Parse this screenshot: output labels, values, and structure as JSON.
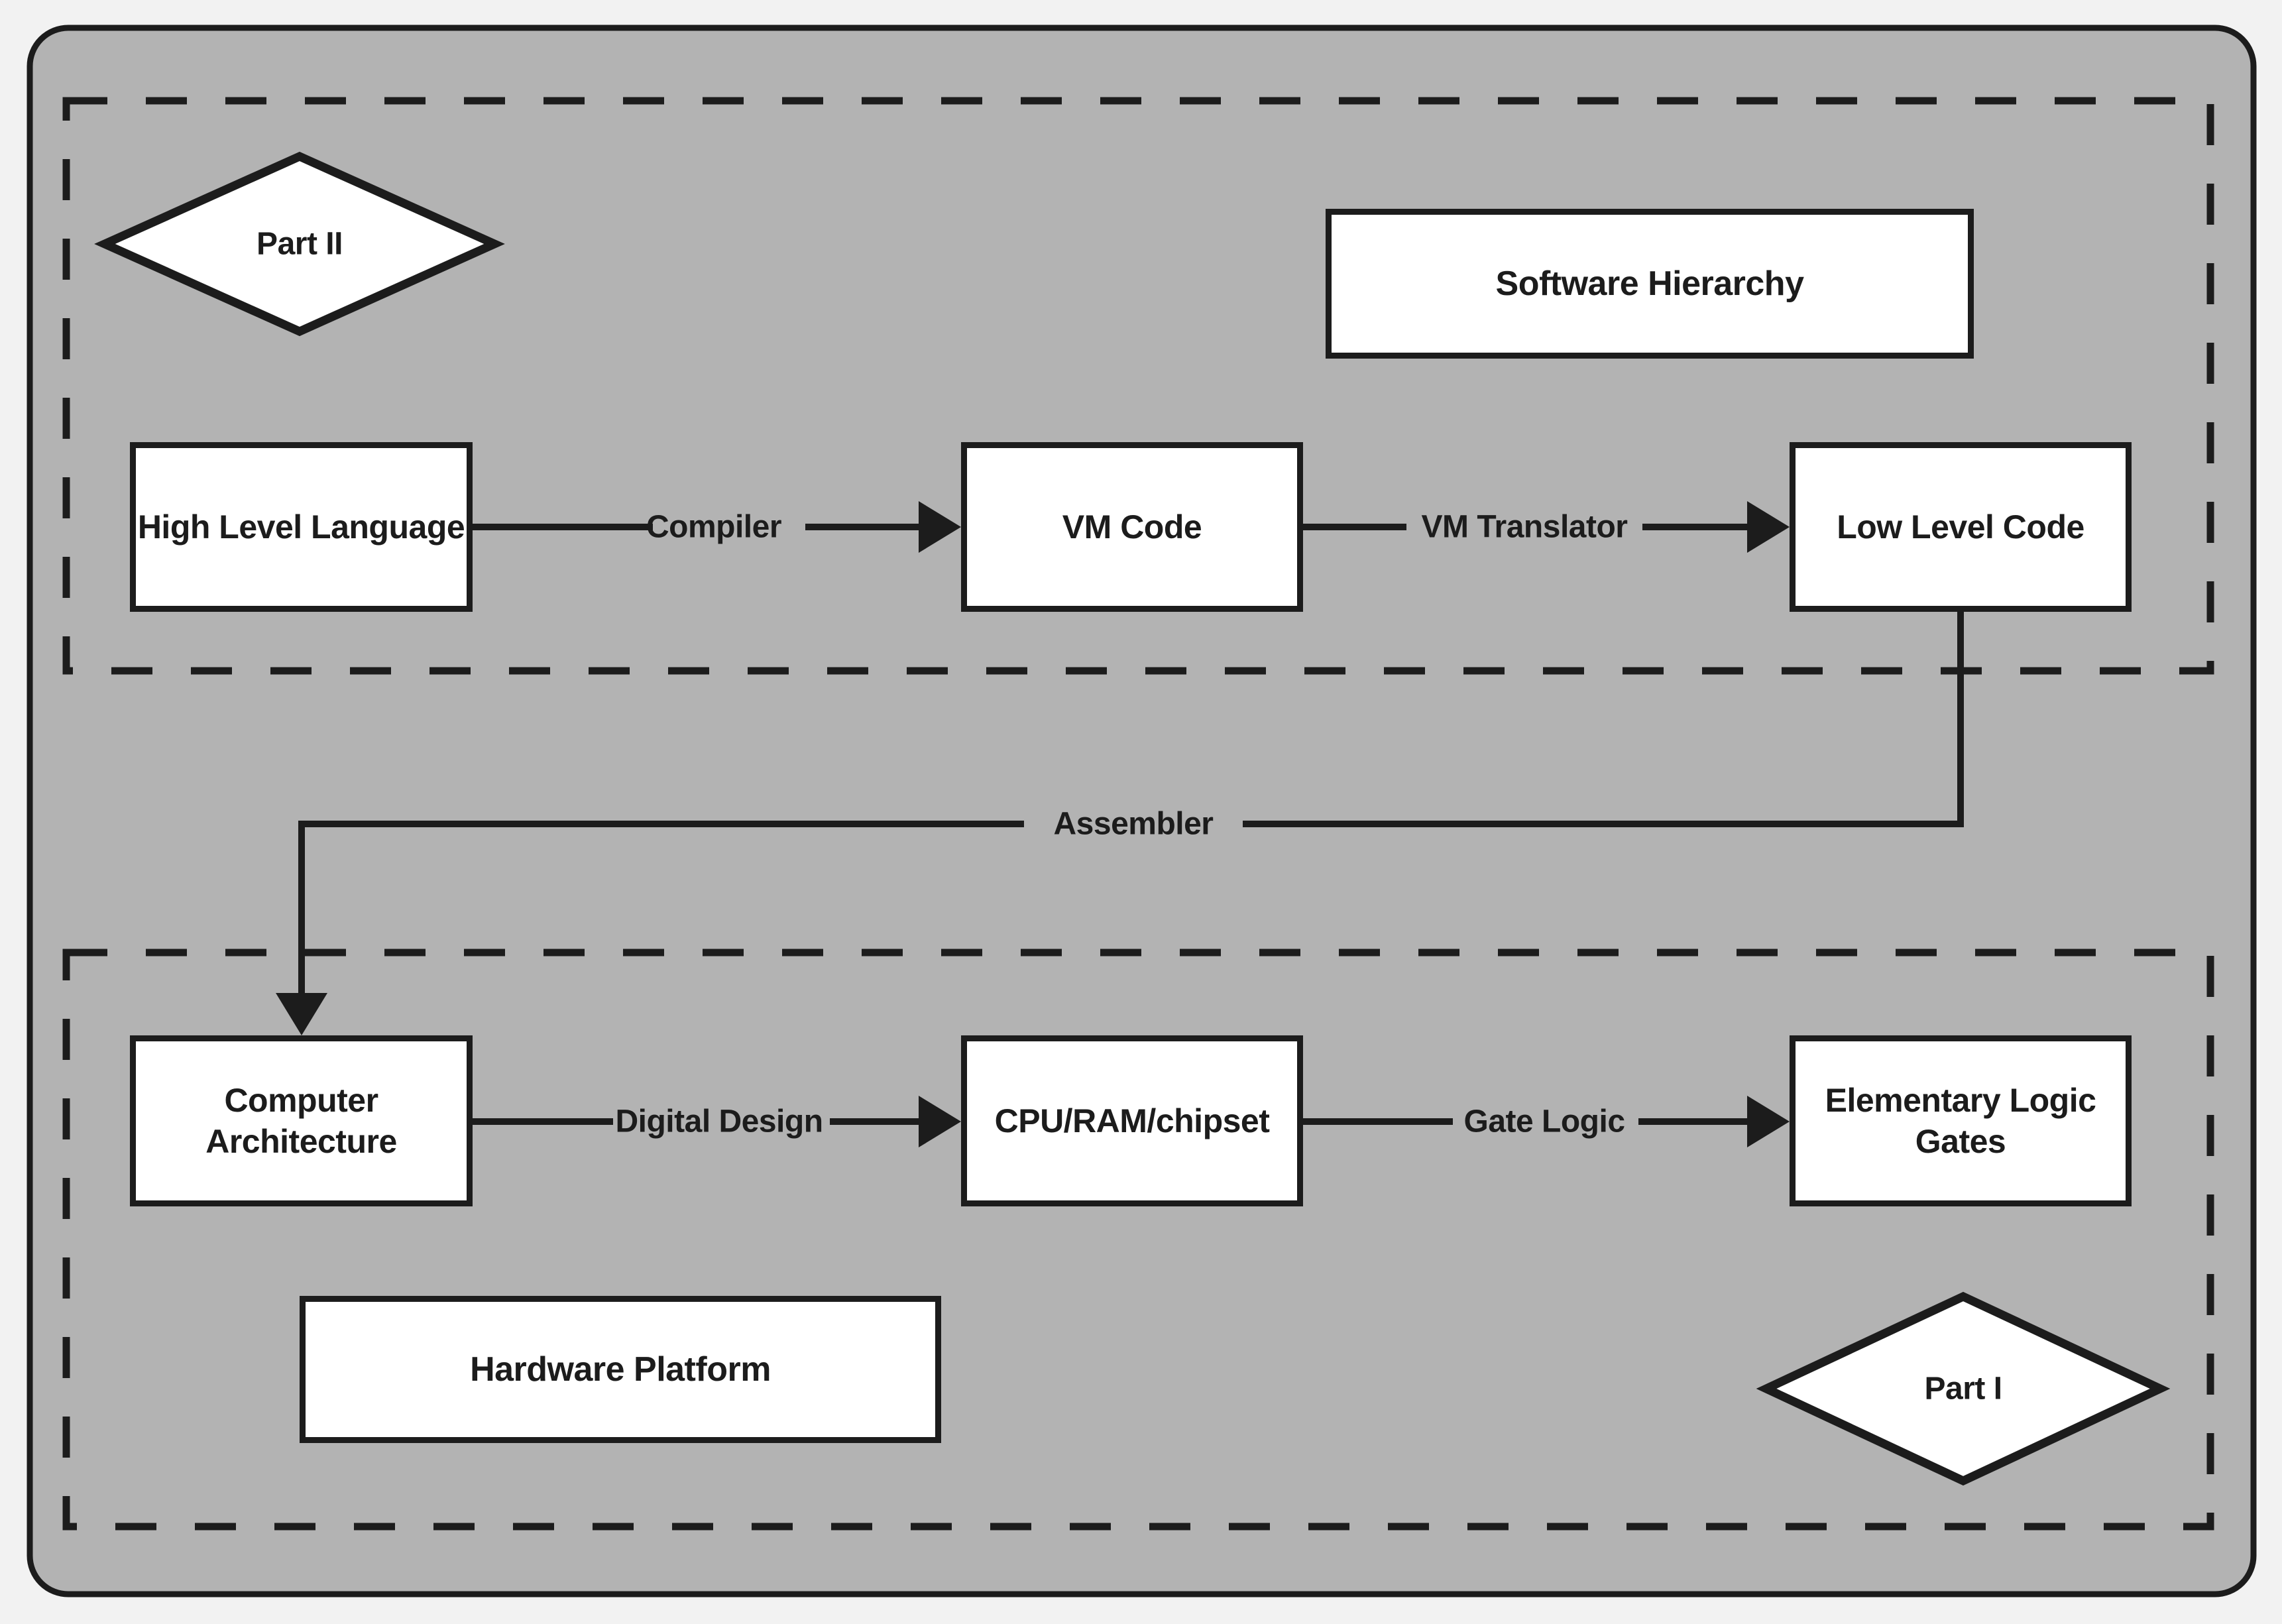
{
  "colors": {
    "page_bg": "#f2f2f2",
    "panel_bg": "#b3b3b3",
    "ink": "#1c1c1c",
    "node_fill": "#ffffff"
  },
  "sections": {
    "software": {
      "title": "Software Hierarchy",
      "part_badge": "Part II"
    },
    "hardware": {
      "title": "Hardware Platform",
      "part_badge": "Part I"
    }
  },
  "nodes": {
    "high_level_language": {
      "label": "High Level Language"
    },
    "vm_code": {
      "label": "VM Code"
    },
    "low_level_code": {
      "label": "Low Level Code"
    },
    "computer_architecture": {
      "line1": "Computer",
      "line2": "Architecture"
    },
    "cpu_ram_chipset": {
      "label": "CPU/RAM/chipset"
    },
    "elementary_logic_gates": {
      "line1": "Elementary Logic",
      "line2": "Gates"
    }
  },
  "edges": {
    "compiler": {
      "label": "Compiler"
    },
    "vm_translator": {
      "label": "VM Translator"
    },
    "assembler": {
      "label": "Assembler"
    },
    "digital_design": {
      "label": "Digital Design"
    },
    "gate_logic": {
      "label": "Gate Logic"
    }
  }
}
